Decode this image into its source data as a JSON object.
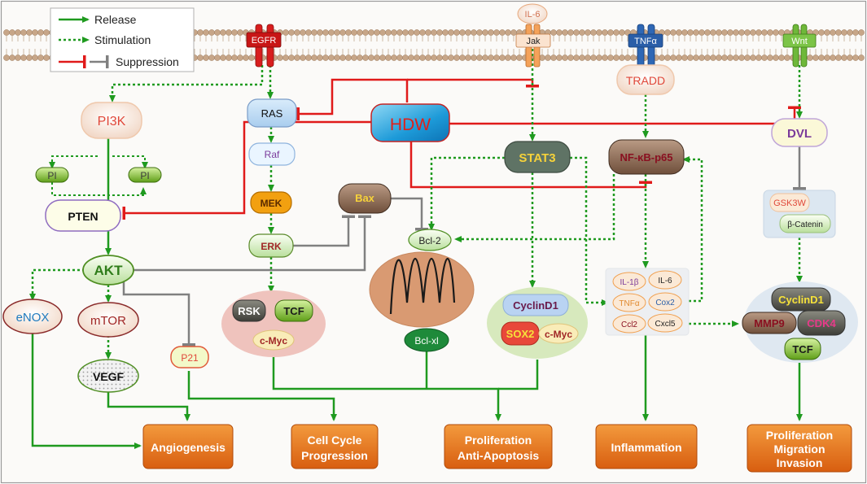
{
  "legend": {
    "release": "Release",
    "stimulation": "Stimulation",
    "suppression": "Suppression"
  },
  "receptors": {
    "egfr": "EGFR",
    "il6_top": "IL-6",
    "jak": "Jak",
    "tnfa": "TNFα",
    "wnt": "Wnt"
  },
  "nodes": {
    "hdw": "HDW",
    "pi3k": "PI3K",
    "pi_left": "PI",
    "pi_right": "PI",
    "pten": "PTEN",
    "akt": "AKT",
    "enox": "eNOX",
    "mtor": "mTOR",
    "vegf": "VEGF",
    "p21": "P21",
    "ras": "RAS",
    "raf": "Raf",
    "mek": "MEK",
    "erk": "ERK",
    "rsk": "RSK",
    "tcf1": "TCF",
    "cmyc1": "c-Myc",
    "bax": "Bax",
    "bcl2": "Bcl-2",
    "bclxl": "Bcl-xl",
    "stat3": "STAT3",
    "cyclind1_a": "CyclinD1",
    "sox2": "SOX2",
    "cmyc2": "c-Myc",
    "tradd": "TRADD",
    "nfkb": "NF-κB-p65",
    "il1b": "IL-1β",
    "il6": "IL-6",
    "tnfa_small": "TNFα",
    "cox2": "Cox2",
    "ccl2": "Ccl2",
    "cxcl5": "Cxcl5",
    "dvl": "DVL",
    "gsk3w": "GSK3W",
    "bcatenin": "β-Catenin",
    "cyclind1_b": "CyclinD1",
    "mmp9": "MMP9",
    "cdk4": "CDK4",
    "tcf2": "TCF"
  },
  "outcomes": {
    "angiogenesis": "Angiogenesis",
    "cell_cycle_1": "Cell Cycle",
    "cell_cycle_2": "Progression",
    "prolif_1": "Proliferation",
    "prolif_2": "Anti-Apoptosis",
    "inflammation": "Inflammation",
    "pmi_1": "Proliferation",
    "pmi_2": "Migration",
    "pmi_3": "Invasion"
  },
  "colors": {
    "release": "#1f9a1f",
    "suppression": "#e01a1a",
    "suppression_gray": "#808080",
    "outcome": "#e8721c",
    "membrane": "#c9a98a"
  }
}
